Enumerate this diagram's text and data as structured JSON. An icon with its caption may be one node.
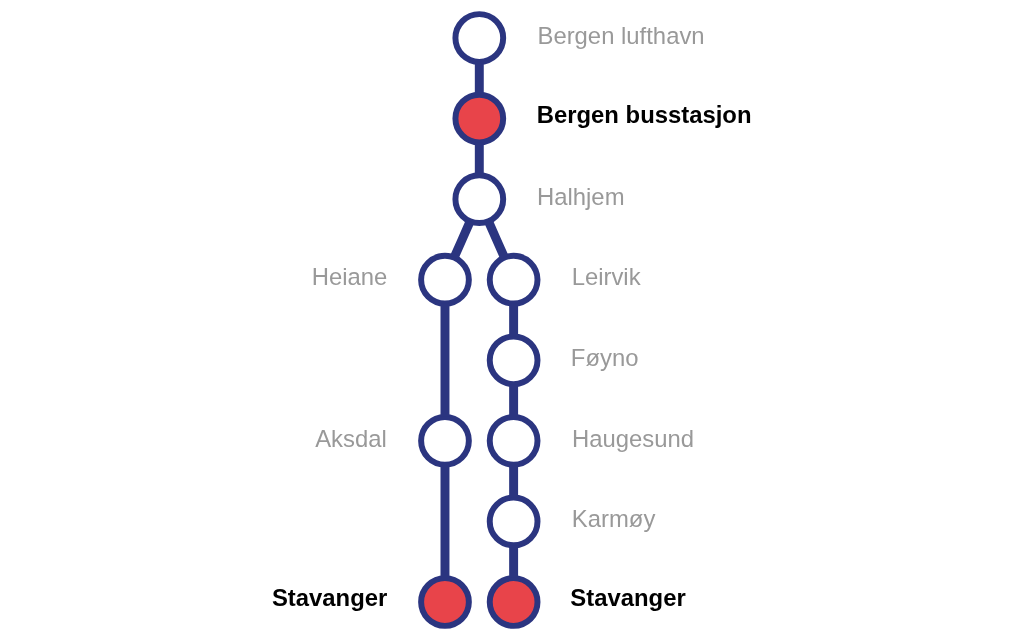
{
  "diagram": {
    "nodes": [
      {
        "text": [],
        "shape": "circle",
        "beside": [
          "Bergen lufthavn"
        ]
      },
      {
        "text": [],
        "shape": "circle",
        "beside": [
          "Bergen busstasjon"
        ]
      },
      {
        "text": [],
        "shape": "circle",
        "beside": [
          "Halhjem"
        ]
      },
      {
        "text": [],
        "shape": "circle",
        "beside": [
          "Heiane"
        ]
      },
      {
        "text": [],
        "shape": "circle",
        "beside": [
          "Leirvik"
        ]
      },
      {
        "text": [],
        "shape": "circle",
        "beside": [
          "Føyno"
        ]
      },
      {
        "text": [],
        "shape": "circle",
        "beside": [
          "Aksdal"
        ]
      },
      {
        "text": [],
        "shape": "circle",
        "beside": [
          "Haugesund"
        ]
      },
      {
        "text": [],
        "shape": "circle",
        "beside": [
          "Karmøy"
        ]
      },
      {
        "text": [],
        "shape": "circle",
        "beside": [
          "Stavanger"
        ]
      },
      {
        "text": [],
        "shape": "circle",
        "beside": [
          "Stavanger"
        ]
      }
    ],
    "edges": [
      {
        "from": 0,
        "to": 1,
        "arrow": "none"
      },
      {
        "from": 1,
        "to": 2,
        "arrow": "none"
      },
      {
        "from": 2,
        "to": 3,
        "arrow": "none"
      },
      {
        "from": 2,
        "to": 4,
        "arrow": "none"
      },
      {
        "from": 3,
        "to": 6,
        "arrow": "none"
      },
      {
        "from": 6,
        "to": 9,
        "arrow": "none"
      },
      {
        "from": 4,
        "to": 5,
        "arrow": "none"
      },
      {
        "from": 5,
        "to": 7,
        "arrow": "none"
      },
      {
        "from": 7,
        "to": 8,
        "arrow": "none"
      },
      {
        "from": 8,
        "to": 10,
        "arrow": "none"
      }
    ]
  }
}
